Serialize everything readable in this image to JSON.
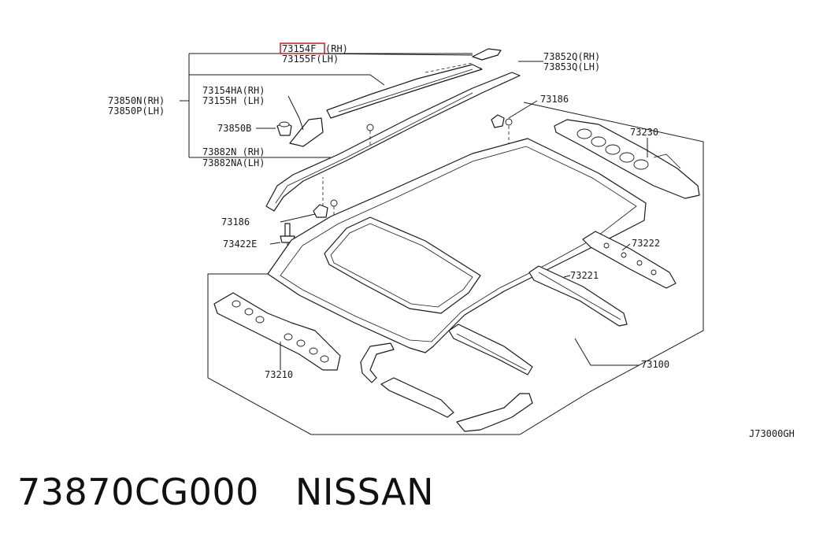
{
  "labels": {
    "p73154f": "73154F",
    "p73154f_side": "(RH)",
    "p73155f": "73155F(LH)",
    "p73852q": "73852Q(RH)",
    "p73853q": "73853Q(LH)",
    "p73850n": "73850N(RH)",
    "p73850p": "73850P(LH)",
    "p73154ha": "73154HA(RH)",
    "p73155h": "73155H (LH)",
    "p73850b": "73850B",
    "p73882n": "73882N (RH)",
    "p73882na": "73882NA(LH)",
    "p73186_top": "73186",
    "p73186_left": "73186",
    "p73230": "73230",
    "p73422e": "73422E",
    "p73222": "73222",
    "p73221": "73221",
    "p73210": "73210",
    "p73100": "73100",
    "diagram_code": "J73000GH"
  },
  "highlight": {
    "part": "73154F",
    "color": "#d42a2a"
  },
  "footer": {
    "part_number": "73870CG000",
    "brand": "NISSAN"
  }
}
